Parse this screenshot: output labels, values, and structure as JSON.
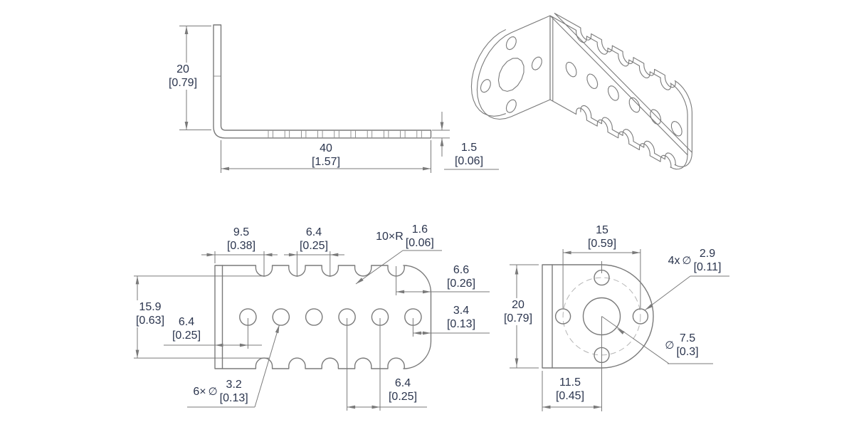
{
  "style": {
    "background": "#ffffff",
    "line_color": "#7a7a7a",
    "centerline_color": "#b5b5b5",
    "text_color": "#2a344d"
  },
  "views": {
    "side": {
      "dims": {
        "height": {
          "mm": "20",
          "in": "[0.79]"
        },
        "length": {
          "mm": "40",
          "in": "[1.57]"
        },
        "thickness": {
          "mm": "1.5",
          "in": "[0.06]"
        }
      }
    },
    "plate": {
      "dims": {
        "first_notch_offset": {
          "mm": "9.5",
          "in": "[0.38]"
        },
        "notch_pitch": {
          "mm": "6.4",
          "in": "[0.25]"
        },
        "notch_radius": {
          "prefix": "10×R",
          "mm": "1.6",
          "in": "[0.06]"
        },
        "end_to_last_notch": {
          "mm": "6.6",
          "in": "[0.26]"
        },
        "end_to_last_hole": {
          "mm": "3.4",
          "in": "[0.13]"
        },
        "notch_inner_span": {
          "mm": "15.9",
          "in": "[0.63]"
        },
        "edge_to_first_hole": {
          "mm": "6.4",
          "in": "[0.25]"
        },
        "hole_diameter": {
          "prefix": "6×",
          "symbol": "∅",
          "mm": "3.2",
          "in": "[0.13]"
        },
        "hole_pitch": {
          "mm": "6.4",
          "in": "[0.25]"
        }
      }
    },
    "flange": {
      "dims": {
        "side_hole_spacing": {
          "mm": "15",
          "in": "[0.59]"
        },
        "height": {
          "mm": "20",
          "in": "[0.79]"
        },
        "mount_hole_diameter": {
          "prefix": "4x",
          "symbol": "∅",
          "mm": "2.9",
          "in": "[0.11]"
        },
        "center_hole_diameter": {
          "symbol": "∅",
          "mm": "7.5",
          "in": "[0.3]"
        },
        "edge_to_center": {
          "mm": "11.5",
          "in": "[0.45]"
        }
      }
    }
  }
}
